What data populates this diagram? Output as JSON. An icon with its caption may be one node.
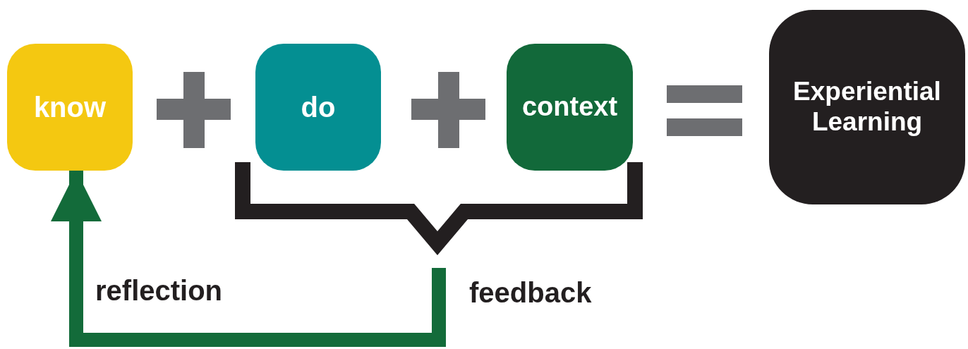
{
  "diagram": {
    "nodes": [
      {
        "text": [
          "know"
        ]
      },
      {
        "text": [
          "do"
        ]
      },
      {
        "text": [
          "context"
        ]
      },
      {
        "text": [
          "Experiential Learning"
        ]
      },
      {
        "text": [],
        "shape": "bracket"
      }
    ],
    "edges": [
      {
        "from": 4,
        "to": 0,
        "arrow": "to"
      }
    ],
    "labels": [
      "reflection",
      "feedback"
    ]
  }
}
